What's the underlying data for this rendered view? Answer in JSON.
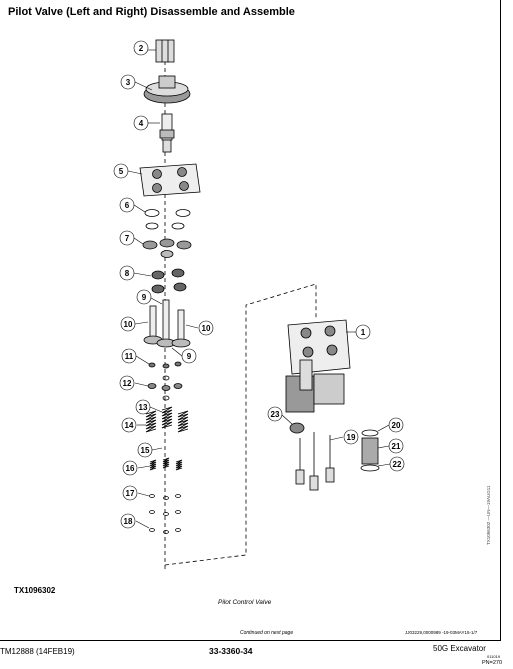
{
  "document": {
    "title": "Pilot Valve (Left and Right) Disassemble and Assemble",
    "figure_id": "TX1096302",
    "figure_caption": "Pilot Control Valve",
    "side_code": "TX1096302 —UN—19AUG11",
    "continued_note": "Continued on next page",
    "reference_code": "JJ03229,0000989 -19-03MAY15-1/7"
  },
  "footer": {
    "manual": "TM12888 (14FEB19)",
    "page_number": "33-3360-34",
    "model": "50G Excavator",
    "date_code": "011019",
    "pn": "PN=270"
  },
  "callouts": [
    "1",
    "2",
    "3",
    "4",
    "5",
    "6",
    "7",
    "8",
    "9",
    "10",
    "11",
    "12",
    "13",
    "14",
    "15",
    "16",
    "17",
    "18",
    "19",
    "20",
    "21",
    "22",
    "23"
  ],
  "colors": {
    "ink": "#000000",
    "shade": "#9a9a9a",
    "light": "#d8d8d8"
  }
}
